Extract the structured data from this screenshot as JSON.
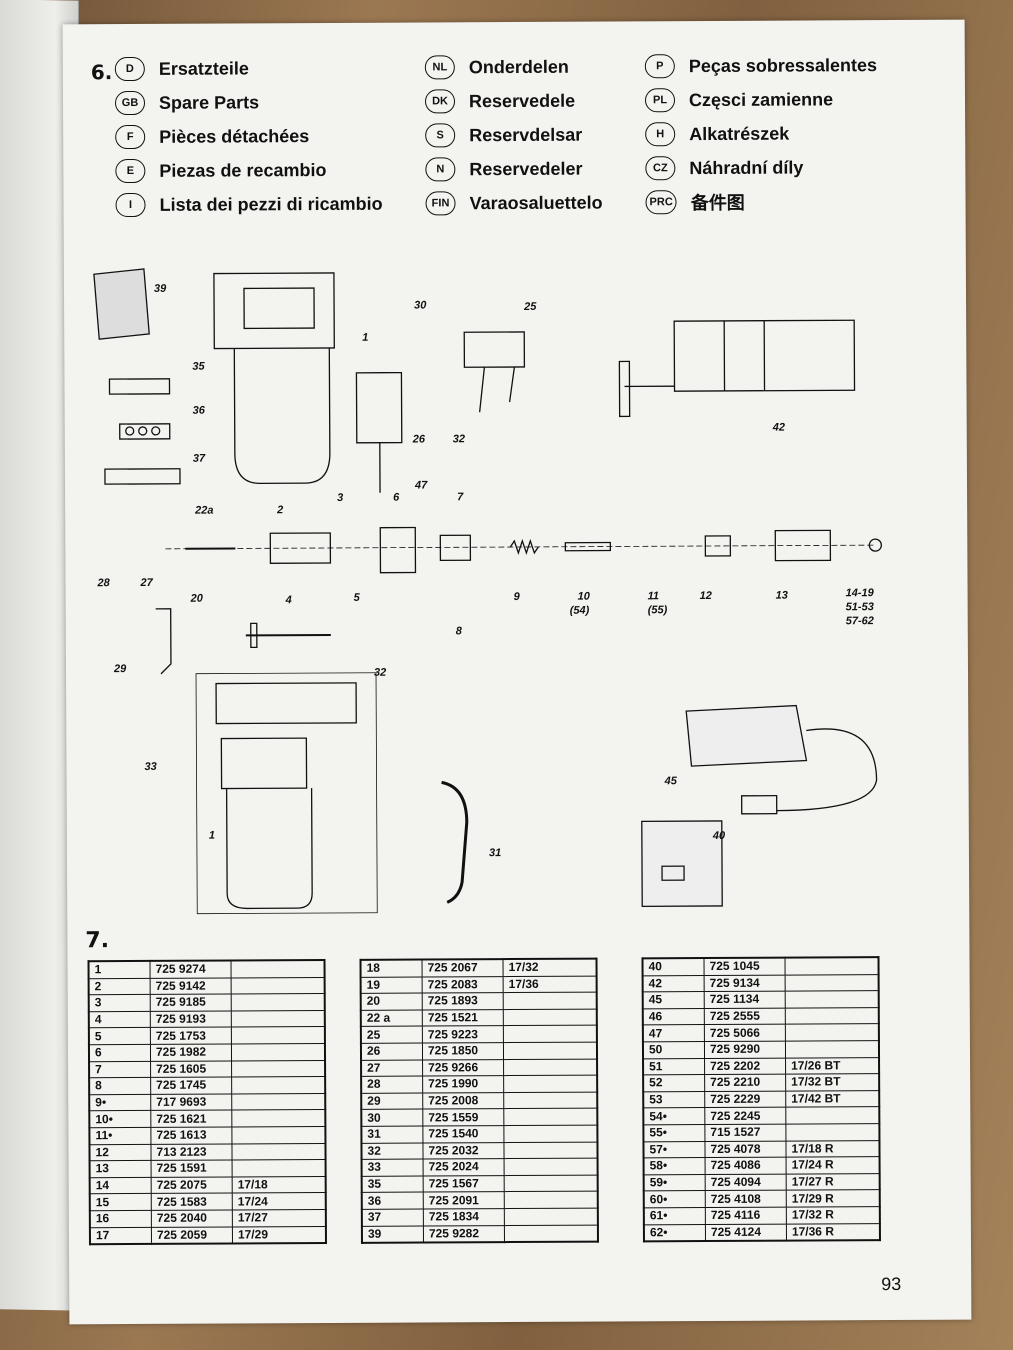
{
  "section6": {
    "number": "6."
  },
  "languages": [
    [
      {
        "code": "D",
        "name": "Ersatzteile"
      },
      {
        "code": "GB",
        "name": "Spare Parts"
      },
      {
        "code": "F",
        "name": "Pièces détachées"
      },
      {
        "code": "E",
        "name": "Piezas de recambio"
      },
      {
        "code": "I",
        "name": "Lista dei pezzi di ricambio"
      }
    ],
    [
      {
        "code": "NL",
        "name": "Onderdelen"
      },
      {
        "code": "DK",
        "name": "Reservedele"
      },
      {
        "code": "S",
        "name": "Reservdelsar"
      },
      {
        "code": "N",
        "name": "Reservedeler"
      },
      {
        "code": "FIN",
        "name": "Varaosaluettelo"
      }
    ],
    [
      {
        "code": "P",
        "name": "Peças sobressalentes"
      },
      {
        "code": "PL",
        "name": "Częsci zamienne"
      },
      {
        "code": "H",
        "name": "Alkatrészek"
      },
      {
        "code": "CZ",
        "name": "Náhradní díly"
      },
      {
        "code": "PRC",
        "name": "备件图"
      }
    ]
  ],
  "diagram_labels": [
    "39",
    "30",
    "25",
    "1",
    "35",
    "36",
    "37",
    "26",
    "32",
    "42",
    "47",
    "22a",
    "2",
    "3",
    "6",
    "7",
    "28",
    "27",
    "20",
    "4",
    "5",
    "9",
    "10",
    "(54)",
    "11",
    "(55)",
    "12",
    "13",
    "14-19",
    "51-53",
    "57-62",
    "8",
    "29",
    "32",
    "33",
    "45",
    "1",
    "31",
    "40"
  ],
  "section7": {
    "number": "7."
  },
  "parts_tables": [
    [
      [
        "1",
        "725 9274",
        ""
      ],
      [
        "2",
        "725 9142",
        ""
      ],
      [
        "3",
        "725 9185",
        ""
      ],
      [
        "4",
        "725 9193",
        ""
      ],
      [
        "5",
        "725 1753",
        ""
      ],
      [
        "6",
        "725 1982",
        ""
      ],
      [
        "7",
        "725 1605",
        ""
      ],
      [
        "8",
        "725 1745",
        ""
      ],
      [
        "9•",
        "717 9693",
        ""
      ],
      [
        "10•",
        "725 1621",
        ""
      ],
      [
        "11•",
        "725 1613",
        ""
      ],
      [
        "12",
        "713 2123",
        ""
      ],
      [
        "13",
        "725 1591",
        ""
      ],
      [
        "14",
        "725 2075",
        "17/18"
      ],
      [
        "15",
        "725 1583",
        "17/24"
      ],
      [
        "16",
        "725 2040",
        "17/27"
      ],
      [
        "17",
        "725 2059",
        "17/29"
      ]
    ],
    [
      [
        "18",
        "725 2067",
        "17/32"
      ],
      [
        "19",
        "725 2083",
        "17/36"
      ],
      [
        "20",
        "725 1893",
        ""
      ],
      [
        "22 a",
        "725 1521",
        ""
      ],
      [
        "25",
        "725 9223",
        ""
      ],
      [
        "26",
        "725 1850",
        ""
      ],
      [
        "27",
        "725 9266",
        ""
      ],
      [
        "28",
        "725 1990",
        ""
      ],
      [
        "29",
        "725 2008",
        ""
      ],
      [
        "30",
        "725 1559",
        ""
      ],
      [
        "31",
        "725 1540",
        ""
      ],
      [
        "32",
        "725 2032",
        ""
      ],
      [
        "33",
        "725 2024",
        ""
      ],
      [
        "35",
        "725 1567",
        ""
      ],
      [
        "36",
        "725 2091",
        ""
      ],
      [
        "37",
        "725 1834",
        ""
      ],
      [
        "39",
        "725 9282",
        ""
      ]
    ],
    [
      [
        "40",
        "725 1045",
        ""
      ],
      [
        "42",
        "725 9134",
        ""
      ],
      [
        "45",
        "725 1134",
        ""
      ],
      [
        "46",
        "725 2555",
        ""
      ],
      [
        "47",
        "725 5066",
        ""
      ],
      [
        "50",
        "725 9290",
        ""
      ],
      [
        "51",
        "725 2202",
        "17/26 BT"
      ],
      [
        "52",
        "725 2210",
        "17/32 BT"
      ],
      [
        "53",
        "725 2229",
        "17/42 BT"
      ],
      [
        "54•",
        "725 2245",
        ""
      ],
      [
        "55•",
        "715 1527",
        ""
      ],
      [
        "57•",
        "725 4078",
        "17/18 R"
      ],
      [
        "58•",
        "725 4086",
        "17/24 R"
      ],
      [
        "59•",
        "725 4094",
        "17/27 R"
      ],
      [
        "60•",
        "725 4108",
        "17/29 R"
      ],
      [
        "61•",
        "725 4116",
        "17/32 R"
      ],
      [
        "62•",
        "725 4124",
        "17/36 R"
      ]
    ]
  ],
  "page_number": "93"
}
